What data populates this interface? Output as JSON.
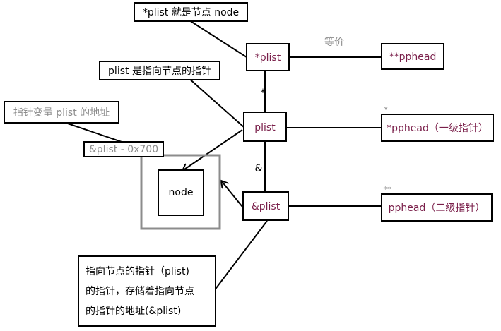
{
  "nodes": {
    "star_plist": "*plist",
    "plist": "plist",
    "amp_plist": "&plist",
    "node": "node",
    "star_star_pphead": "**pphead",
    "star_pphead": "*pphead（一级指针）",
    "pphead": "pphead（二级指针）"
  },
  "labels": {
    "equivalent": "等价",
    "deref_mark": "*",
    "addr_mark": "&",
    "star_over_pphead": "*",
    "star_star_over_pphead": "**"
  },
  "callouts": {
    "plist_is_node": "*plist 就是节点 node",
    "plist_points_to_node": "plist 是指向节点的指针",
    "plist_var_address": "指针变量 plist 的地址",
    "plist_address_value": "&plist - 0x700",
    "pointer_to_pointer": [
      "指向节点的指针（plist)",
      "的指针，存储着指向节点",
      "的指针的地址(&plist)"
    ]
  },
  "colors": {
    "maroon_text": "#7a1f4a",
    "gray": "#8c8c8c",
    "black": "#000000"
  }
}
